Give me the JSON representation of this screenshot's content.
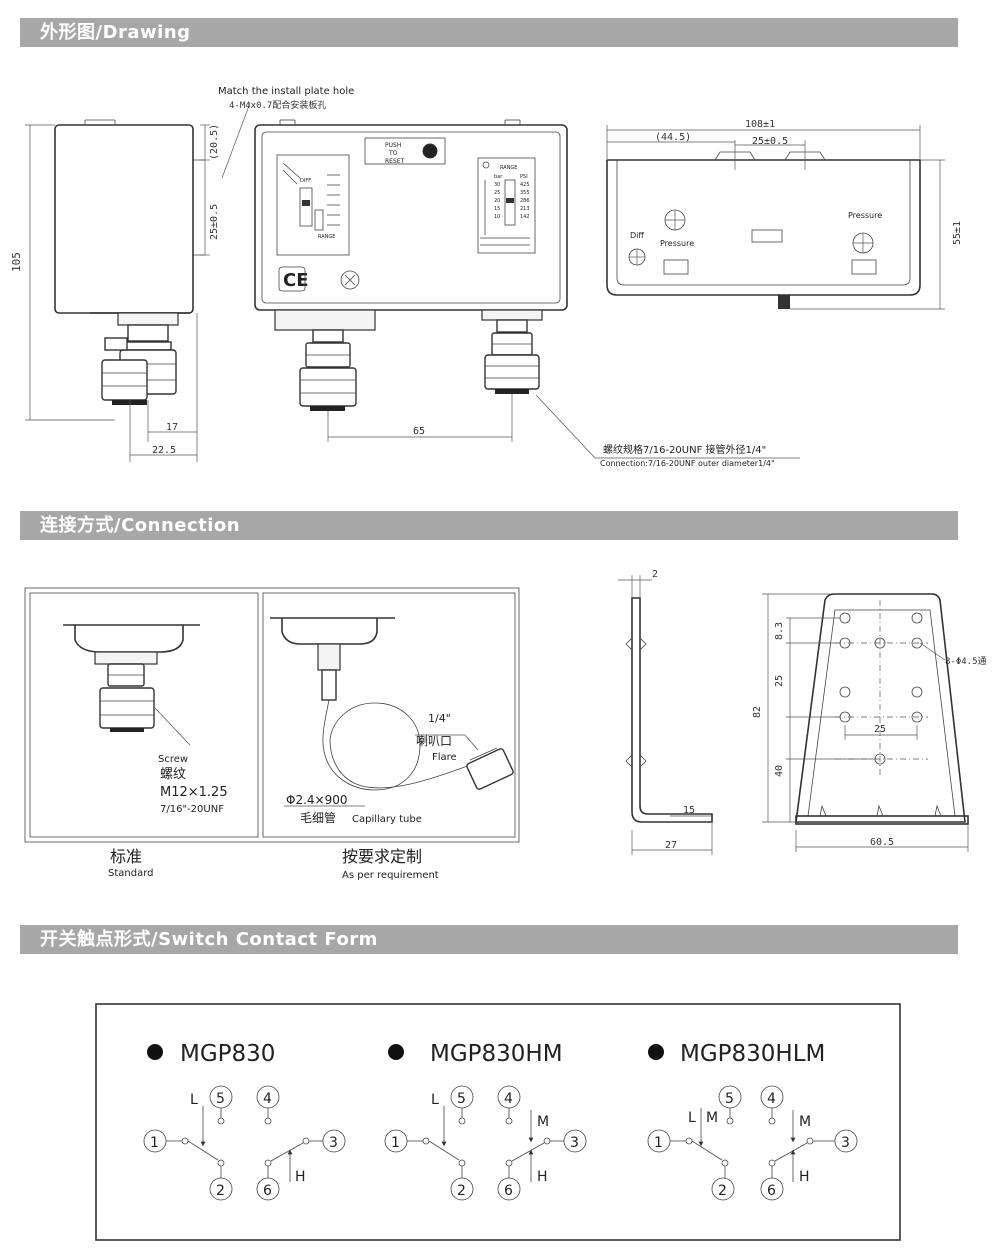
{
  "sections": {
    "drawing": "外形图/Drawing",
    "connection": "连接方式/Connection",
    "contact": "开关触点形式/Switch Contact Form"
  },
  "drawing": {
    "note_en": "Match the install plate hole",
    "note_cn": "4-M4x0.7配合安装板孔",
    "connection_cn": "螺纹规格7/16-20UNF 接管外径1/4\"",
    "connection_en": "Connection:7/16-20UNF outer diameter1/4\"",
    "dims": {
      "height": "105",
      "d205": "(20.5)",
      "d25": "25±0.5",
      "d17": "17",
      "d225": "22.5",
      "d65": "65",
      "d108": "108±1",
      "d445": "(44.5)",
      "d25b": "25±0.5",
      "d55": "55±1"
    },
    "front": {
      "reset1": "PUSH",
      "reset2": "TO",
      "reset3": "RESET",
      "diff": "DIFF.",
      "range_l": "RANGE",
      "range_r": "RANGE",
      "ce": "CE",
      "scale": [
        "425",
        "355",
        "286",
        "213",
        "142"
      ],
      "scale_l": [
        "30",
        "25",
        "20",
        "15",
        "10"
      ],
      "bar": "bar",
      "psi": "PSI"
    },
    "bottom": {
      "diff": "Diff",
      "pressure1": "Pressure",
      "pressure2": "Pressure"
    }
  },
  "connection": {
    "screw_en": "Screw",
    "screw_cn": "螺纹",
    "thread1": "M12×1.25",
    "thread2": "7/16\"-20UNF",
    "flare_size": "1/4\"",
    "flare_cn": "喇叭口",
    "flare_en": "Flare",
    "capillary_size": "Φ2.4×900",
    "capillary_cn": "毛细管",
    "capillary_en": "Capillary tube",
    "standard_cn": "标准",
    "standard_en": "Standard",
    "custom_cn": "按要求定制",
    "custom_en": "As per requirement",
    "bracket": {
      "d2": "2",
      "d15": "15",
      "d27": "27",
      "d83": "8.3",
      "d25": "25",
      "d82": "82",
      "d40": "40",
      "d25b": "25",
      "d605": "60.5",
      "hole": "8-Φ4.5通"
    }
  },
  "contacts": [
    {
      "model": "MGP830",
      "labels": [
        "L",
        "H"
      ],
      "nodes": [
        "1",
        "2",
        "3",
        "4",
        "5",
        "6"
      ]
    },
    {
      "model": "MGP830HM",
      "labels": [
        "L",
        "M",
        "H"
      ],
      "nodes": [
        "1",
        "2",
        "3",
        "4",
        "5",
        "6"
      ]
    },
    {
      "model": "MGP830HLM",
      "labels": [
        "L",
        "M",
        "M",
        "H"
      ],
      "nodes": [
        "1",
        "2",
        "3",
        "4",
        "5",
        "6"
      ]
    }
  ]
}
